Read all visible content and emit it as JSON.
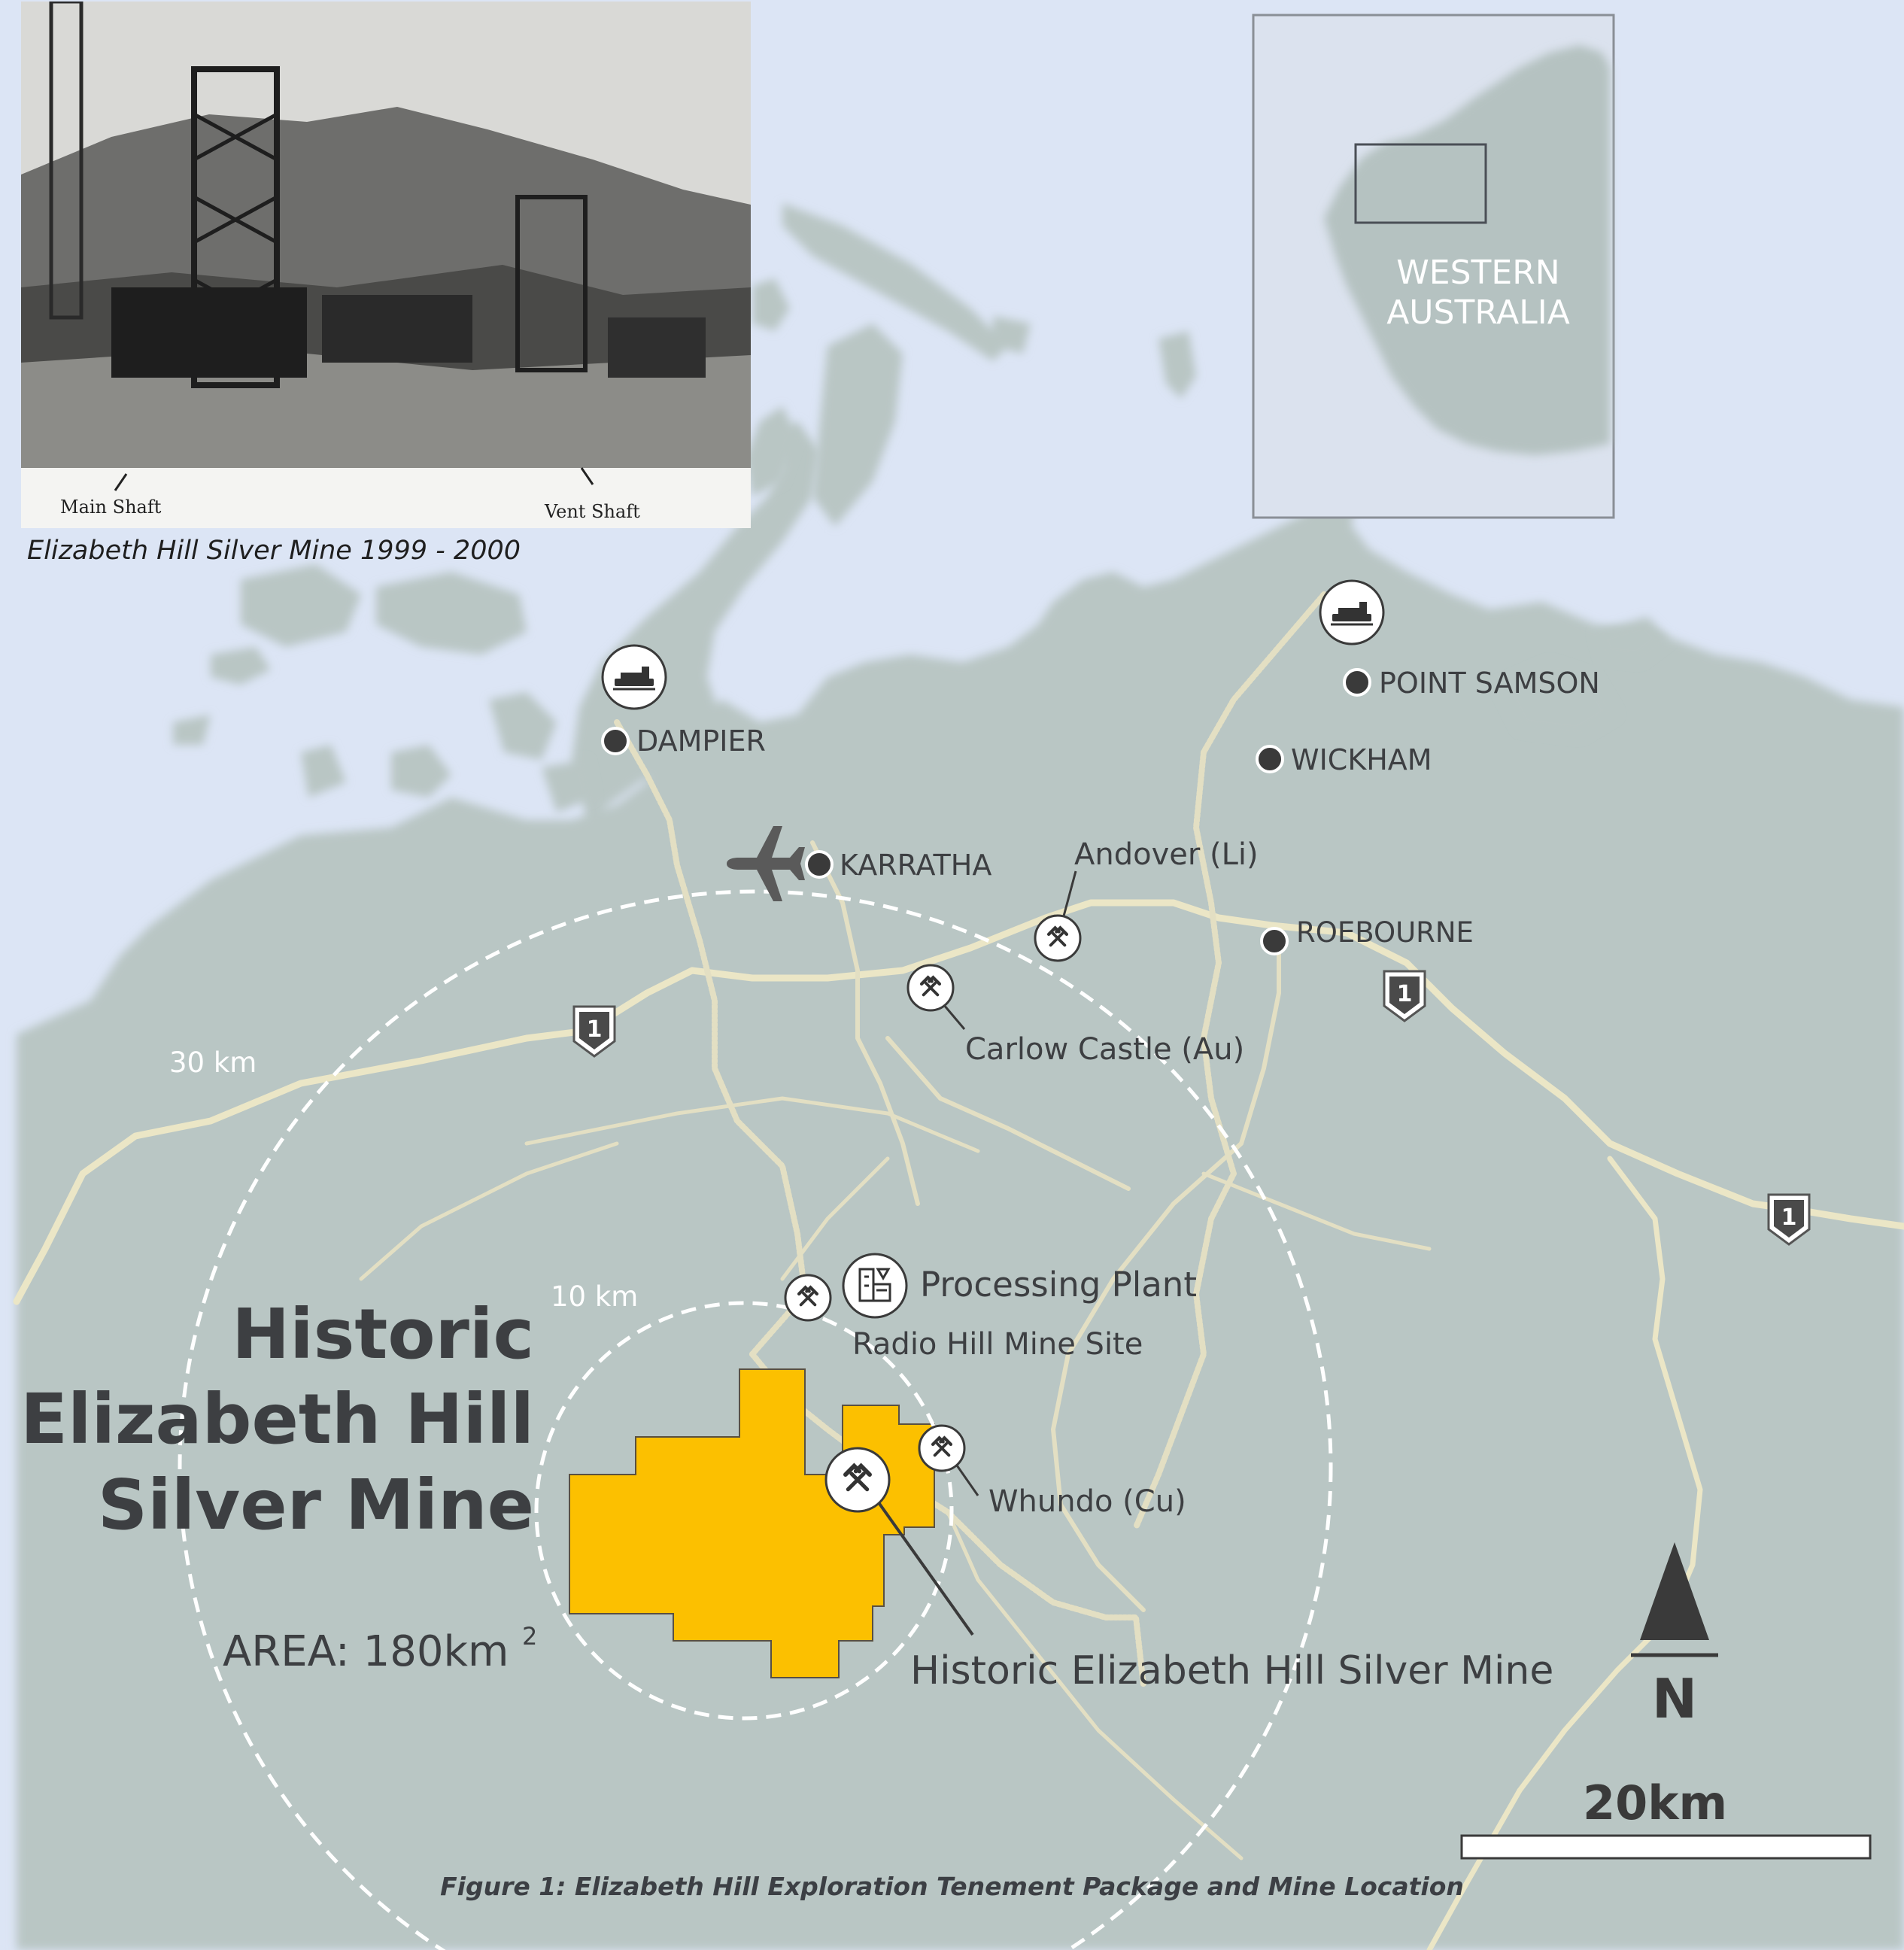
{
  "photo": {
    "caption": "Elizabeth Hill Silver Mine 1999 - 2000",
    "label_left": "Main Shaft",
    "label_right": "Vent Shaft"
  },
  "inset": {
    "region": "WESTERN AUSTRALIA",
    "region_line1": "WESTERN",
    "region_line2": "AUSTRALIA"
  },
  "towns": [
    {
      "name": "DAMPIER",
      "port": true
    },
    {
      "name": "KARRATHA",
      "airport": true
    },
    {
      "name": "POINT SAMSON",
      "port": true
    },
    {
      "name": "WICKHAM"
    },
    {
      "name": "ROEBOURNE"
    }
  ],
  "mines": [
    {
      "name": "Andover (Li)"
    },
    {
      "name": "Carlow Castle (Au)"
    },
    {
      "name": "Radio Hill Mine Site"
    },
    {
      "name": "Whundo (Cu)"
    },
    {
      "name": "Historic Elizabeth Hill Silver Mine"
    }
  ],
  "plant": {
    "name": "Processing Plant"
  },
  "highway_shield": "1",
  "rings": {
    "outer": "30 km",
    "inner": "10 km"
  },
  "tenement": {
    "title_line1": "Historic",
    "title_line2": "Elizabeth Hill",
    "title_line3": "Silver Mine",
    "area_label": "AREA: 180km",
    "area_sup": "2",
    "area_km2": 180
  },
  "north_arrow": "N",
  "scale_bar": "20km",
  "figure_caption": "Figure 1: Elizabeth Hill Exploration Tenement Package and Mine Location",
  "colors": {
    "sea": "#dce5f5",
    "land": "#b9c6c4",
    "road": "#ebe6c6",
    "tenement": "#fcc000",
    "label": "#3d3f42"
  }
}
